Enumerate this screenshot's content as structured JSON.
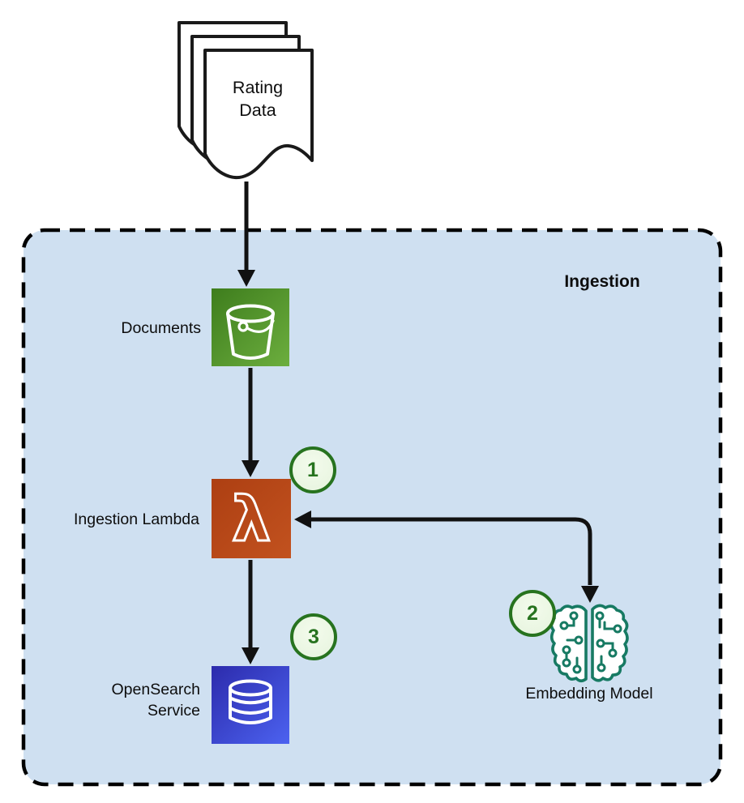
{
  "diagram": {
    "type": "architecture-flow",
    "region_label": "Ingestion",
    "source": {
      "label": "Rating Data"
    },
    "nodes": [
      {
        "id": "documents",
        "label": "Documents",
        "icon": "s3-bucket-icon"
      },
      {
        "id": "ingestion-lambda",
        "label": "Ingestion Lambda",
        "icon": "lambda-icon"
      },
      {
        "id": "opensearch-service",
        "label": "OpenSearch Service",
        "icon": "database-icon"
      },
      {
        "id": "embedding-model",
        "label": "Embedding Model",
        "icon": "circuit-brain-icon"
      }
    ],
    "step_badges": [
      {
        "value": "1"
      },
      {
        "value": "2"
      },
      {
        "value": "3"
      }
    ],
    "edges": [
      {
        "from": "rating-data-stack",
        "to": "documents"
      },
      {
        "from": "documents",
        "to": "ingestion-lambda"
      },
      {
        "from": "ingestion-lambda",
        "to": "embedding-model",
        "bidirectional": true
      },
      {
        "from": "ingestion-lambda",
        "to": "opensearch-service"
      }
    ],
    "icons": {
      "lambda_glyph": "λ"
    }
  },
  "colors": {
    "canvas-bg": "#ffffff",
    "region-fill": "#cfe0f1",
    "region-border": "#000000",
    "arrow": "#111111",
    "s3-a": "#3e7d1d",
    "s3-b": "#6cae3e",
    "lambda-a": "#ad3f12",
    "lambda-b": "#c2521f",
    "os-a": "#2c2bac",
    "os-b": "#4c62f0",
    "badge-fill": "#eaf6e2",
    "badge-border": "#27731f",
    "badge-text": "#27731f",
    "brain-stroke": "#177a63",
    "label-text": "#0d0d0d",
    "icon-glyph": "#ffffff",
    "doc-fill": "#ffffff",
    "doc-stroke": "#1a1a1a"
  }
}
